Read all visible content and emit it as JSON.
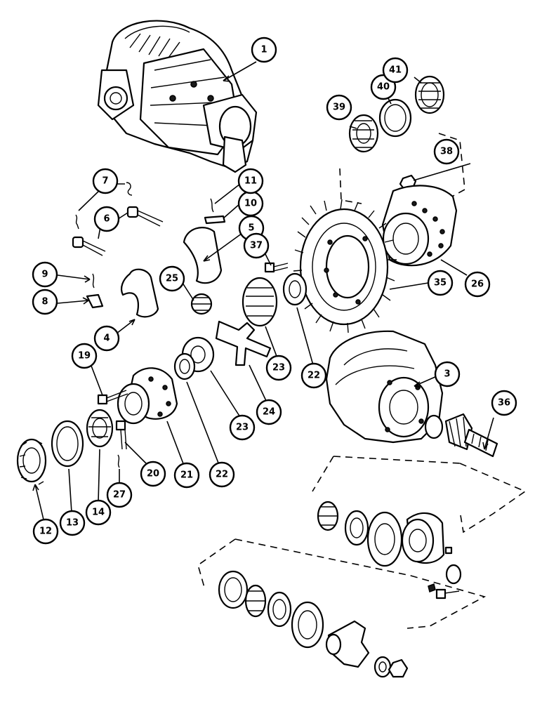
{
  "callouts": [
    {
      "id": "c1",
      "label": "1"
    },
    {
      "id": "c3",
      "label": "3"
    },
    {
      "id": "c4",
      "label": "4"
    },
    {
      "id": "c5",
      "label": "5"
    },
    {
      "id": "c6",
      "label": "6"
    },
    {
      "id": "c7",
      "label": "7"
    },
    {
      "id": "c8",
      "label": "8"
    },
    {
      "id": "c9",
      "label": "9"
    },
    {
      "id": "c10",
      "label": "10"
    },
    {
      "id": "c11",
      "label": "11"
    },
    {
      "id": "c12",
      "label": "12"
    },
    {
      "id": "c13",
      "label": "13"
    },
    {
      "id": "c14",
      "label": "14"
    },
    {
      "id": "c19",
      "label": "19"
    },
    {
      "id": "c20",
      "label": "20"
    },
    {
      "id": "c21",
      "label": "21"
    },
    {
      "id": "c22a",
      "label": "22"
    },
    {
      "id": "c22b",
      "label": "22"
    },
    {
      "id": "c23a",
      "label": "23"
    },
    {
      "id": "c23b",
      "label": "23"
    },
    {
      "id": "c24",
      "label": "24"
    },
    {
      "id": "c25",
      "label": "25"
    },
    {
      "id": "c26",
      "label": "26"
    },
    {
      "id": "c27",
      "label": "27"
    },
    {
      "id": "c35",
      "label": "35"
    },
    {
      "id": "c36",
      "label": "36"
    },
    {
      "id": "c37",
      "label": "37"
    },
    {
      "id": "c38",
      "label": "38"
    },
    {
      "id": "c39",
      "label": "39"
    },
    {
      "id": "c40",
      "label": "40"
    },
    {
      "id": "c41",
      "label": "41"
    }
  ]
}
